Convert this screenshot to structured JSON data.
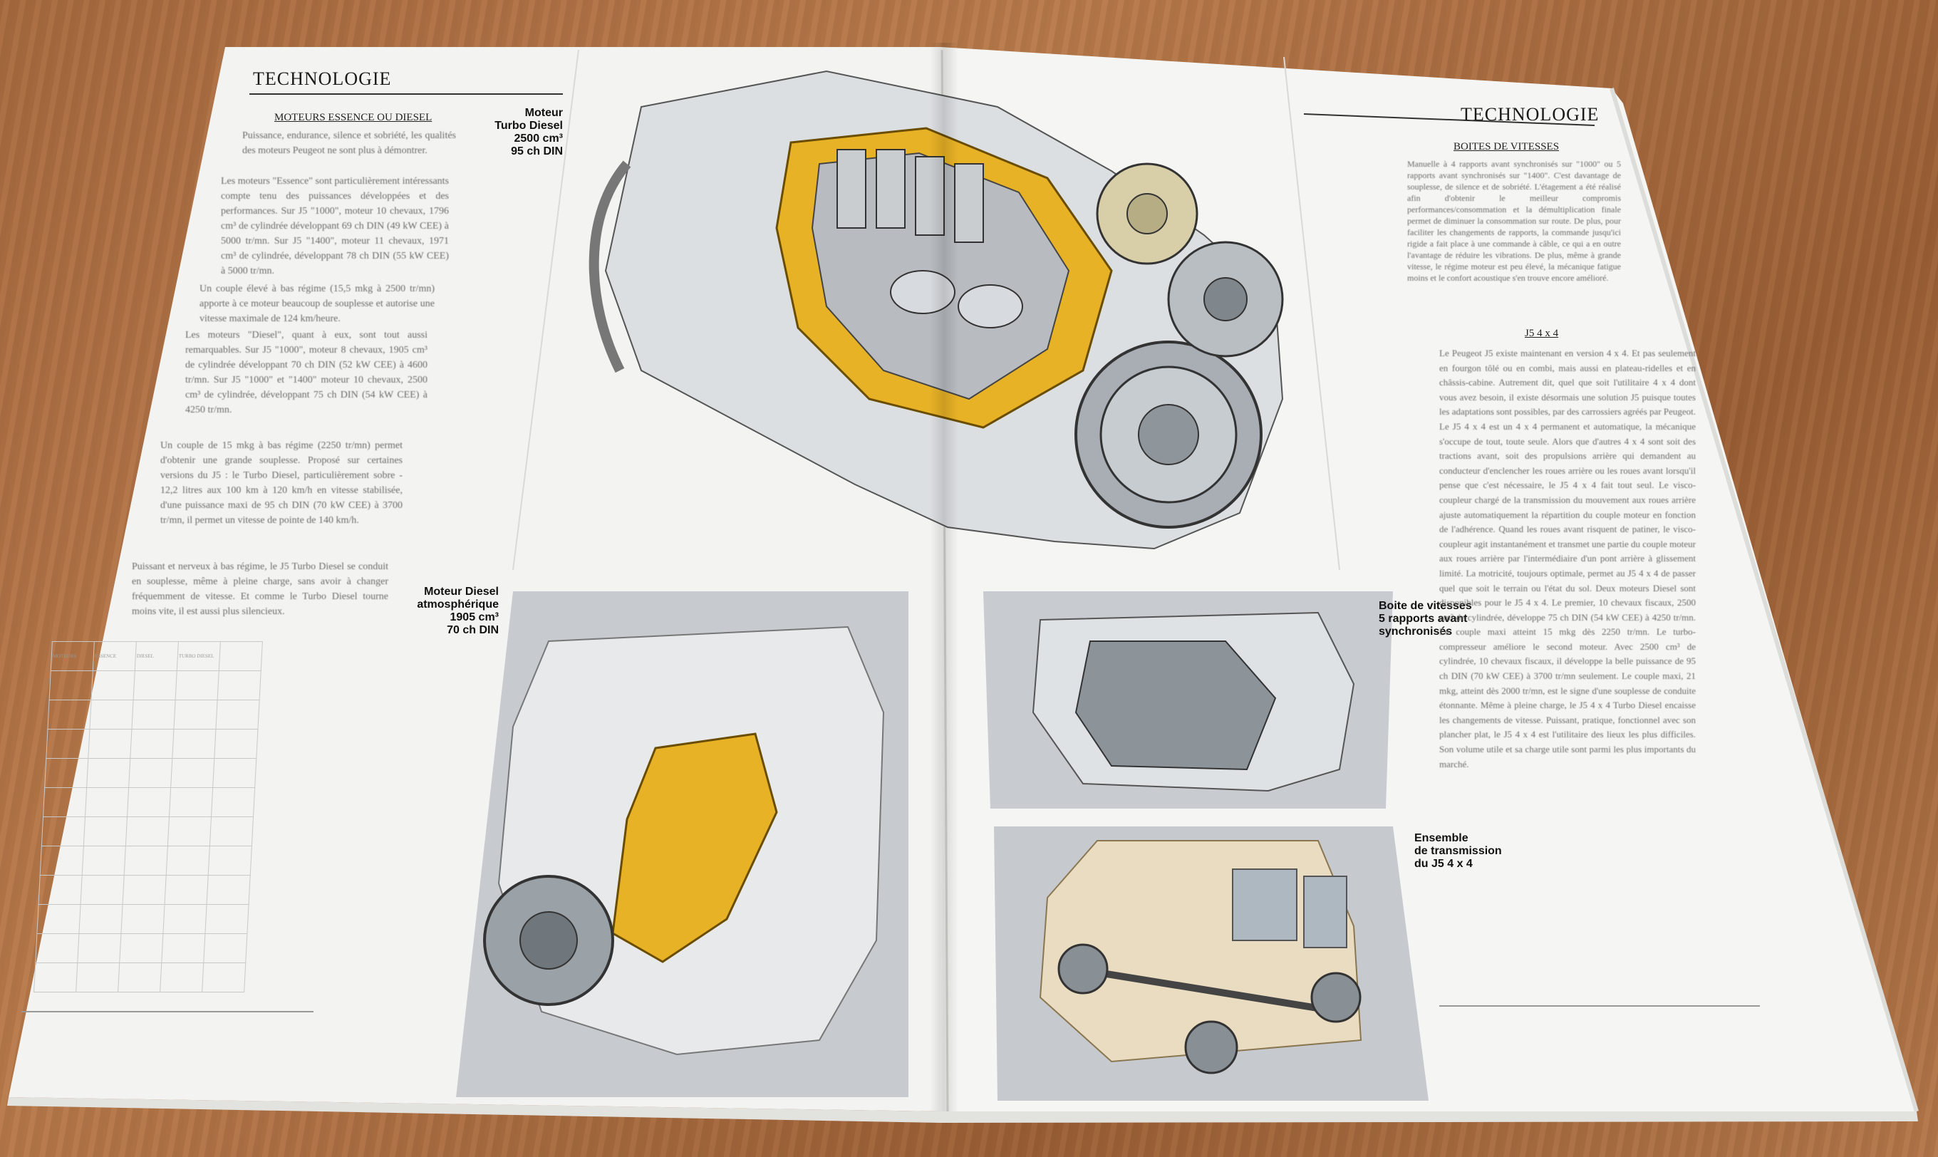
{
  "left_page": {
    "heading": "TECHNOLOGIE",
    "subheading": "MOTEURS ESSENCE OU DIESEL",
    "intro": "Puissance, endurance, silence et sobriété, les qualités des moteurs Peugeot ne sont plus à démontrer.",
    "body_1": "Les moteurs \"Essence\" sont particulièrement intéressants compte tenu des puissances développées et des performances. Sur J5 \"1000\", moteur 10 chevaux, 1796 cm³ de cylindrée développant 69 ch DIN (49 kW CEE) à 5000 tr/mn. Sur J5 \"1400\", moteur 11 chevaux, 1971 cm³ de cylindrée, développant 78 ch DIN (55 kW CEE) à 5000 tr/mn.",
    "body_2": "Un couple élevé à bas régime (15,5 mkg à 2500 tr/mn) apporte à ce moteur beaucoup de souplesse et autorise une vitesse maximale de 124 km/heure.",
    "body_3": "Les moteurs \"Diesel\", quant à eux, sont tout aussi remarquables. Sur J5 \"1000\", moteur 8 chevaux, 1905 cm³ de cylindrée développant 70 ch DIN (52 kW CEE) à 4600 tr/mn. Sur J5 \"1000\" et \"1400\" moteur 10 chevaux, 2500 cm³ de cylindrée, développant 75 ch DIN (54 kW CEE) à 4250 tr/mn.",
    "body_4": "Un couple de 15 mkg à bas régime (2250 tr/mn) permet d'obtenir une grande souplesse. Proposé sur certaines versions du J5 : le Turbo Diesel, particulièrement sobre - 12,2 litres aux 100 km à 120 km/h en vitesse stabilisée, d'une puissance maxi de 95 ch DIN (70 kW CEE) à 3700 tr/mn, il permet un vitesse de pointe de 140 km/h.",
    "body_5": "Puissant et nerveux à bas régime, le J5 Turbo Diesel se conduit en souplesse, même à pleine charge, sans avoir à changer fréquemment de vitesse. Et comme le Turbo Diesel tourne moins vite, il est aussi plus silencieux."
  },
  "captions": {
    "turbo_title": "Moteur",
    "turbo_line2": "Turbo Diesel",
    "turbo_line3": "2500 cm³",
    "turbo_line4": "95 ch DIN",
    "diesel_title": "Moteur Diesel",
    "diesel_line2": "atmosphérique",
    "diesel_line3": "1905 cm³",
    "diesel_line4": "70 ch DIN",
    "gearbox_line1": "Boite de vitesses",
    "gearbox_line2": "5 rapports avant",
    "gearbox_line3": "synchronisés",
    "transmission_line1": "Ensemble",
    "transmission_line2": "de transmission",
    "transmission_line3": "du J5 4 x 4"
  },
  "right_page": {
    "heading": "TECHNOLOGIE",
    "subheading_1": "BOITES DE VITESSES",
    "gear_text": "Manuelle à 4 rapports avant synchronisés sur \"1000\" ou 5 rapports avant synchronisés sur \"1400\". C'est davantage de souplesse, de silence et de sobriété. L'étagement a été réalisé afin d'obtenir le meilleur compromis performances/consommation et la démultiplication finale permet de diminuer la consommation sur route. De plus, pour faciliter les changements de rapports, la commande jusqu'ici rigide a fait place à une commande à câble, ce qui a en outre l'avantage de réduire les vibrations. De plus, même à grande vitesse, le régime moteur est peu élevé, la mécanique fatigue moins et le confort acoustique s'en trouve encore amélioré.",
    "subheading_2": "J5 4 x 4",
    "awd_text": "Le Peugeot J5 existe maintenant en version 4 x 4. Et pas seulement en fourgon tôlé ou en combi, mais aussi en plateau-ridelles et en châssis-cabine. Autrement dit, quel que soit l'utilitaire 4 x 4 dont vous avez besoin, il existe désormais une solution J5 puisque toutes les adaptations sont possibles, par des carrossiers agréés par Peugeot. Le J5 4 x 4 est un 4 x 4 permanent et automatique, la mécanique s'occupe de tout, toute seule. Alors que d'autres 4 x 4 sont soit des tractions avant, soit des propulsions arrière qui demandent au conducteur d'enclencher les roues arrière ou les roues avant lorsqu'il pense que c'est nécessaire, le J5 4 x 4 fait tout seul. Le visco-coupleur chargé de la transmission du mouvement aux roues arrière ajuste automatiquement la répartition du couple moteur en fonction de l'adhérence. Quand les roues avant risquent de patiner, le visco-coupleur agit instantanément et transmet une partie du couple moteur aux roues arrière par l'intermédiaire d'un pont arrière à glissement limité. La motricité, toujours optimale, permet au J5 4 x 4 de passer quel que soit le terrain ou l'état du sol. Deux moteurs Diesel sont disponibles pour le J5 4 x 4. Le premier, 10 chevaux fiscaux, 2500 cm³ de cylindrée, développe 75 ch DIN (54 kW CEE) à 4250 tr/mn. Le couple maxi atteint 15 mkg dès 2250 tr/mn. Le turbo-compresseur améliore le second moteur. Avec 2500 cm³ de cylindrée, 10 chevaux fiscaux, il développe la belle puissance de 95 ch DIN (70 kW CEE) à 3700 tr/mn seulement. Le couple maxi, 21 mkg, atteint dès 2000 tr/mn, est le signe d'une souplesse de conduite étonnante. Même à pleine charge, le J5 4 x 4 Turbo Diesel encaisse les changements de vitesse. Puissant, pratique, fonctionnel avec son plancher plat, le J5 4 x 4 est l'utilitaire des lieux les plus difficiles. Son volume utile et sa charge utile sont parmi les plus importants du marché."
  },
  "spec_table": {
    "header": [
      "MOTEURS",
      "ESSENCE",
      "DIESEL",
      "TURBO DIESEL"
    ]
  },
  "colors": {
    "table_wood": "#b07244",
    "paper": "#f4f4f2",
    "engine_highlight": "#e8b226",
    "photo_bg": "#c8cdd1"
  }
}
